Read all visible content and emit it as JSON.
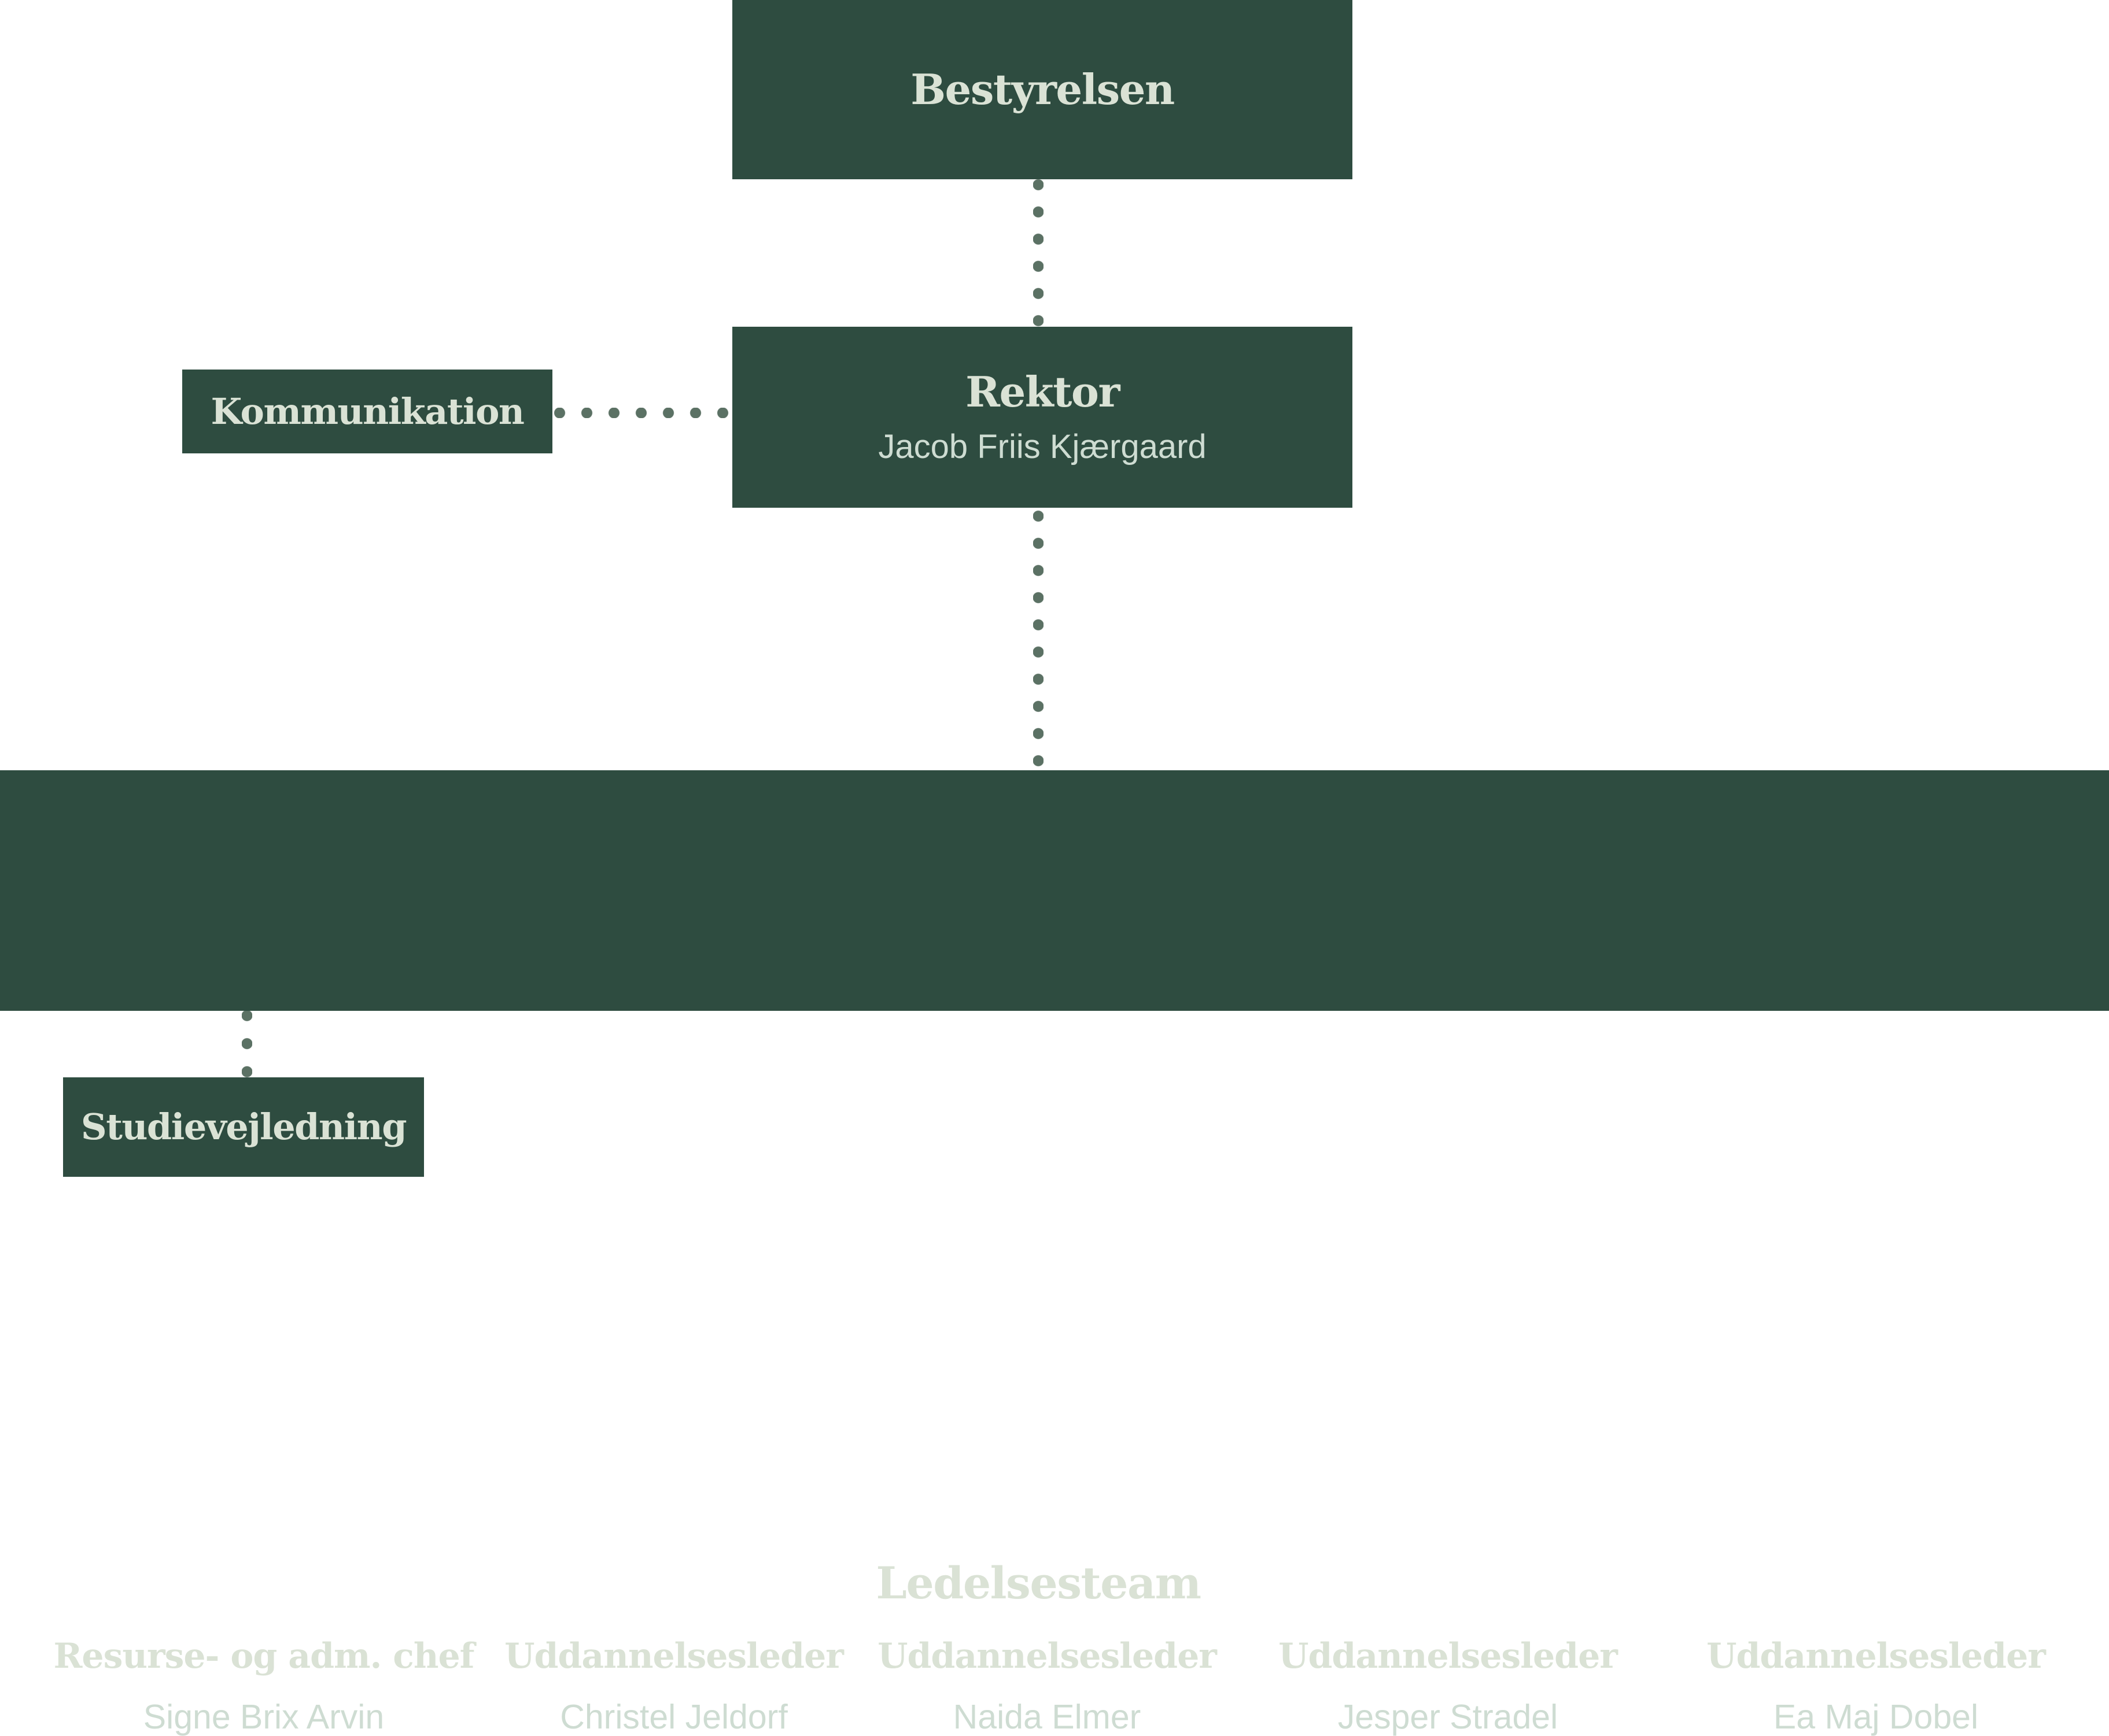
{
  "palette": {
    "box_green": "#2e4c40",
    "dot_green": "#5b7164",
    "heading_text": "#dae2d5",
    "name_text": "#cedcd2",
    "background": "#ffffff"
  },
  "org": {
    "bestyrelsen": {
      "title": "Bestyrelsen"
    },
    "rektor": {
      "title": "Rektor",
      "name": "Jacob Friis Kjærgaard"
    },
    "kommunikation": {
      "title": "Kommunikation"
    },
    "ledelsesteam": {
      "title": "Ledelsesteam",
      "members": [
        {
          "role": "Resurse- og adm. chef",
          "name": "Signe Brix Arvin"
        },
        {
          "role": "Uddannelsesleder",
          "name": "Christel Jeldorf"
        },
        {
          "role": "Uddannelsesleder",
          "name": "Naida Elmer"
        },
        {
          "role": "Uddannelsesleder",
          "name": "Jesper Stradel"
        },
        {
          "role": "Uddannelsesleder",
          "name": "Ea Maj Dobel"
        }
      ]
    },
    "studievejledning": {
      "title": "Studievejledning"
    }
  }
}
